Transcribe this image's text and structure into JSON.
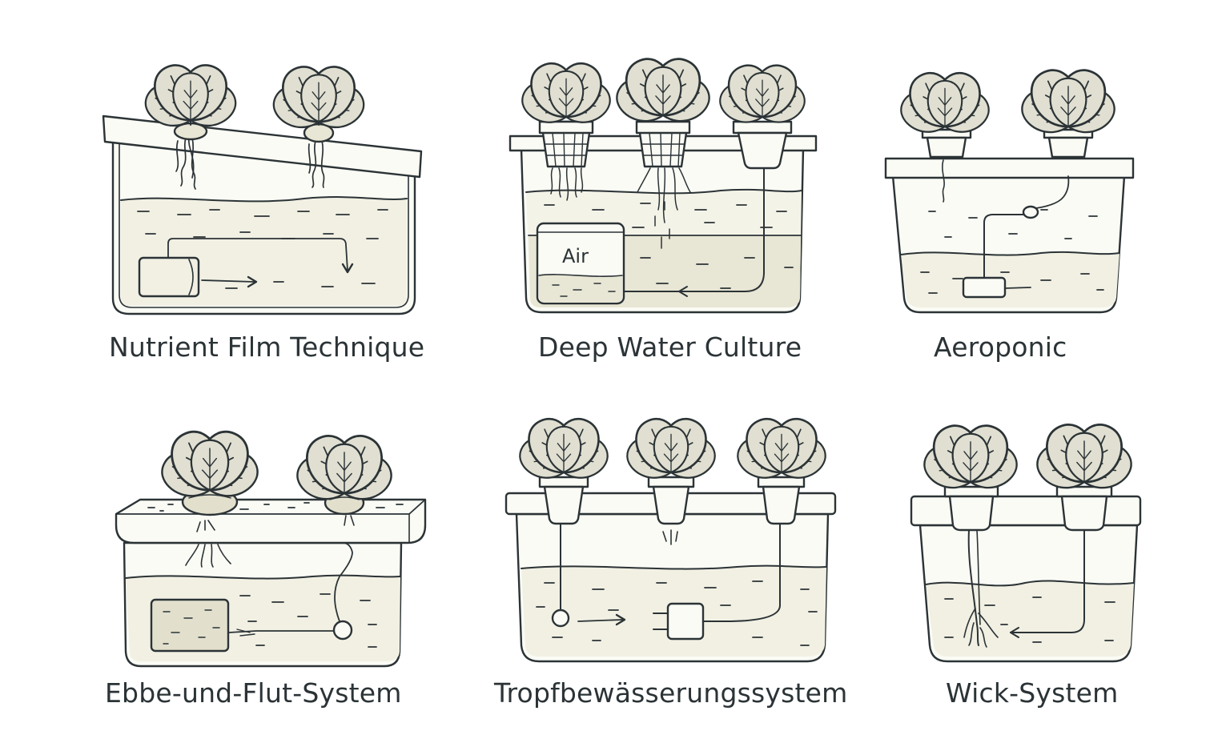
{
  "labels": {
    "nft": "Nutrient Film Technique",
    "dwc": "Deep Water Culture",
    "aeroponic": "Aeroponic",
    "ebb_flow": "Ebbe-und-Flut-System",
    "drip": "Tropfbewässerungssystem",
    "wick": "Wick-System",
    "air_stone": "Air"
  },
  "colors": {
    "line": "#2b3336",
    "fill_light": "#fbfbf5",
    "water": "#f1f0e3",
    "water_deep": "#e8e6d4",
    "leaf": "#e0dfd1",
    "leaf_dark": "#cfcdbd"
  }
}
